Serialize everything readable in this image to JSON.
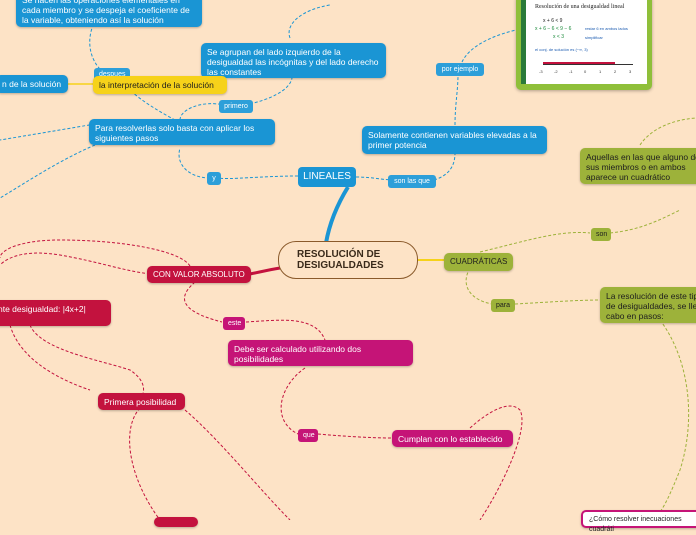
{
  "center": {
    "line1": "RESOLUCIÓN DE",
    "line2": "DESIGUALDADES"
  },
  "lineales": "LINEALES",
  "nodes": {
    "operaciones": "Se hacen las operaciones elementales en cada miembro y se despeja el coeficiente de la variable, obteniendo así la solución",
    "agrupan": "Se agrupan del lado izquierdo de la desigualdad las incógnitas y del lado derecho las constantes",
    "interpretacion": "la interpretación de la solución",
    "solucion_left": "n de la solución",
    "resolverlas": "Para resolverlas solo basta con aplicar los siguientes pasos",
    "variables": "Solamente contienen variables elevadas a la primer potencia",
    "cuadraticas": "CUADRÁTICAS",
    "aquellas": "Aquellas en las que alguno de sus miembros o en ambos aparece un cuadrático",
    "resolucion_de_este": "La resolución de este tipo de desigualdades, se lleva a cabo en pasos:",
    "valor_absoluto": "CON VALOR ABSOLUTO",
    "siguiente": "nte desigualdad: |4x+2|",
    "debe_ser": "Debe ser calculado utilizando dos posibilidades",
    "cumplan": "Cumplan con lo establecido",
    "primera": "Primera posibilidad",
    "como_resolver": "¿Cómo resolver inecuaciones cuadráti"
  },
  "tags": {
    "despues": "despues",
    "primero": "primero",
    "y": "y",
    "por_ejemplo": "por ejemplo",
    "son_las_que": "son las que",
    "son": "son",
    "para": "para",
    "este": "este",
    "que": "que"
  },
  "image_card": {
    "title": "Resolución de una desigualdad lineal",
    "eq1": "x + 6 < 9",
    "eq2": "x + 6 − 6 < 9 − 6",
    "eq3": "x < 3",
    "note1": "restar 6 en ambos lados",
    "note2": "simplificar",
    "solution": "el conj. de solución es (−∞, 3)",
    "axis_ticks": [
      "-3",
      "-2",
      "-1",
      "0",
      "1",
      "2",
      "3"
    ]
  },
  "colors": {
    "background": "#fde3c6",
    "lineales": "#1a95d4",
    "valor_absoluto": "#c3123e",
    "magenta": "#c51477",
    "cuadraticas": "#9db23a",
    "yellow": "#f6d21a"
  }
}
